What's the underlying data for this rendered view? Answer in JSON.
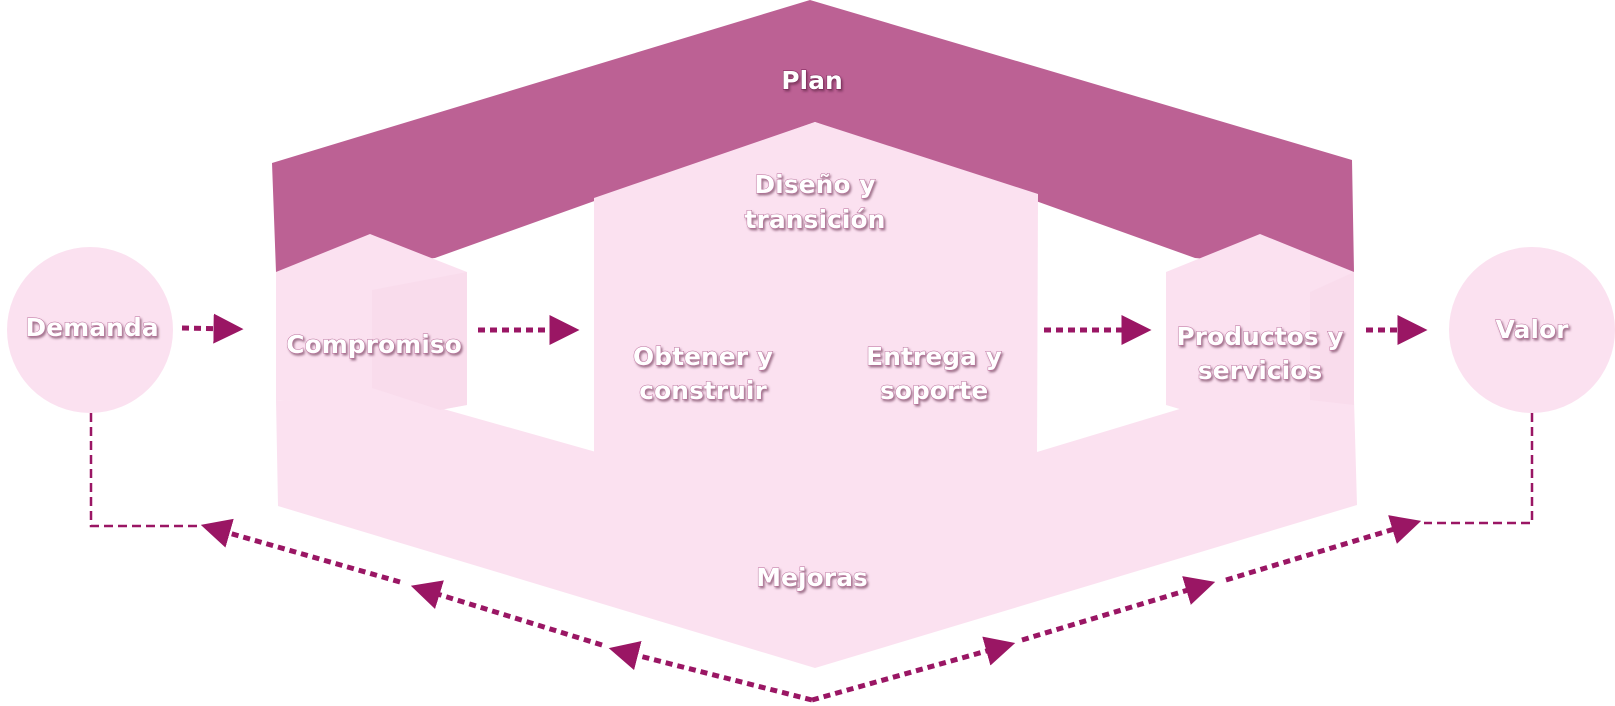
{
  "nodes": {
    "plan": "Plan",
    "design": [
      "Diseño y",
      "transición"
    ],
    "engage": "Compromiso",
    "obtain": [
      "Obtener y",
      "construir"
    ],
    "deliver": [
      "Entrega y",
      "soporte"
    ],
    "products": [
      "Productos y",
      "servicios"
    ],
    "improve": "Mejoras",
    "demand": "Demanda",
    "value": "Valor"
  },
  "colors": {
    "plan_band": "#bc6194",
    "light_shape": "#fbe1f0",
    "arrow": "#9a1664",
    "label": "#ffffff"
  }
}
